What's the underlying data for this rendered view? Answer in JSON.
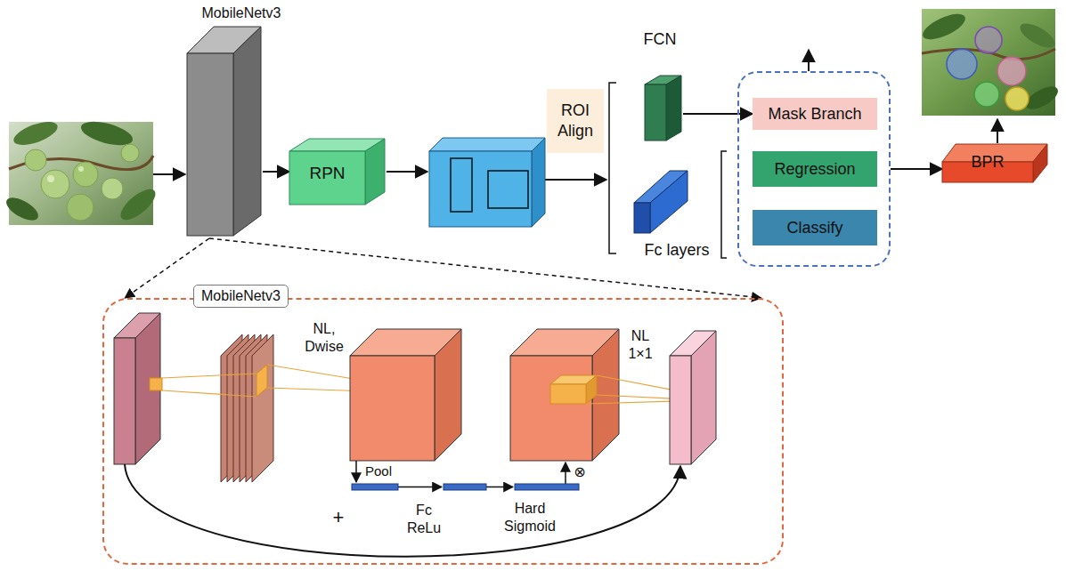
{
  "diagram": {
    "nodes": [
      {
        "text": [
          "MobileNetv3"
        ]
      },
      {
        "text": [
          "RPN"
        ]
      },
      {
        "text": [
          "ROI Align"
        ]
      },
      {
        "text": [
          "FCN"
        ]
      },
      {
        "text": [
          "Fc layers"
        ]
      },
      {
        "text": []
      },
      {
        "text": [
          "Mask Branch"
        ],
        "in": 5
      },
      {
        "text": [
          "Regression"
        ],
        "in": 5
      },
      {
        "text": [
          "Classify"
        ],
        "in": 5
      },
      {
        "text": [
          "BPR"
        ]
      },
      {
        "text": [
          "MobileNetv3"
        ]
      }
    ],
    "edges": [
      {
        "from": 0,
        "to": 1,
        "arrow": "to"
      },
      {
        "from": 3,
        "to": 6,
        "arrow": "to"
      },
      {
        "from": 5,
        "to": 9,
        "arrow": "to"
      },
      {
        "from": 0,
        "to": 10,
        "arrow": "to"
      },
      {
        "from": 0,
        "to": 10,
        "arrow": "to"
      }
    ],
    "labels": [
      "NL, Dwise",
      "Pool",
      "Fc ReLu",
      "Hard Sigmoid",
      "⊗",
      "NL 1×1",
      "+"
    ]
  }
}
